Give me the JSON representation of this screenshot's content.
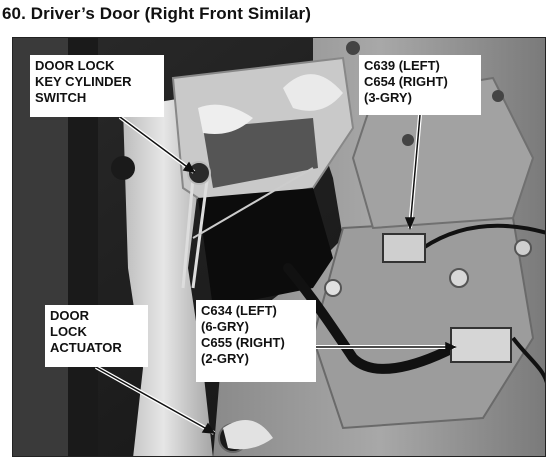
{
  "figure": {
    "title": "60. Driver’s Door (Right Front Similar)"
  },
  "callouts": {
    "door_lock_key_cylinder_switch": {
      "lines": [
        "DOOR LOCK",
        "KEY CYLINDER",
        "SWITCH"
      ]
    },
    "c639_c654": {
      "lines": [
        "C639 (LEFT)",
        "C654 (RIGHT)",
        "(3-GRY)"
      ]
    },
    "door_lock_actuator": {
      "lines": [
        "DOOR",
        "LOCK",
        "ACTUATOR"
      ]
    },
    "c634_c655": {
      "lines": [
        "C634 (LEFT)",
        "(6-GRY)",
        "C655 (RIGHT)",
        "(2-GRY)"
      ]
    }
  }
}
